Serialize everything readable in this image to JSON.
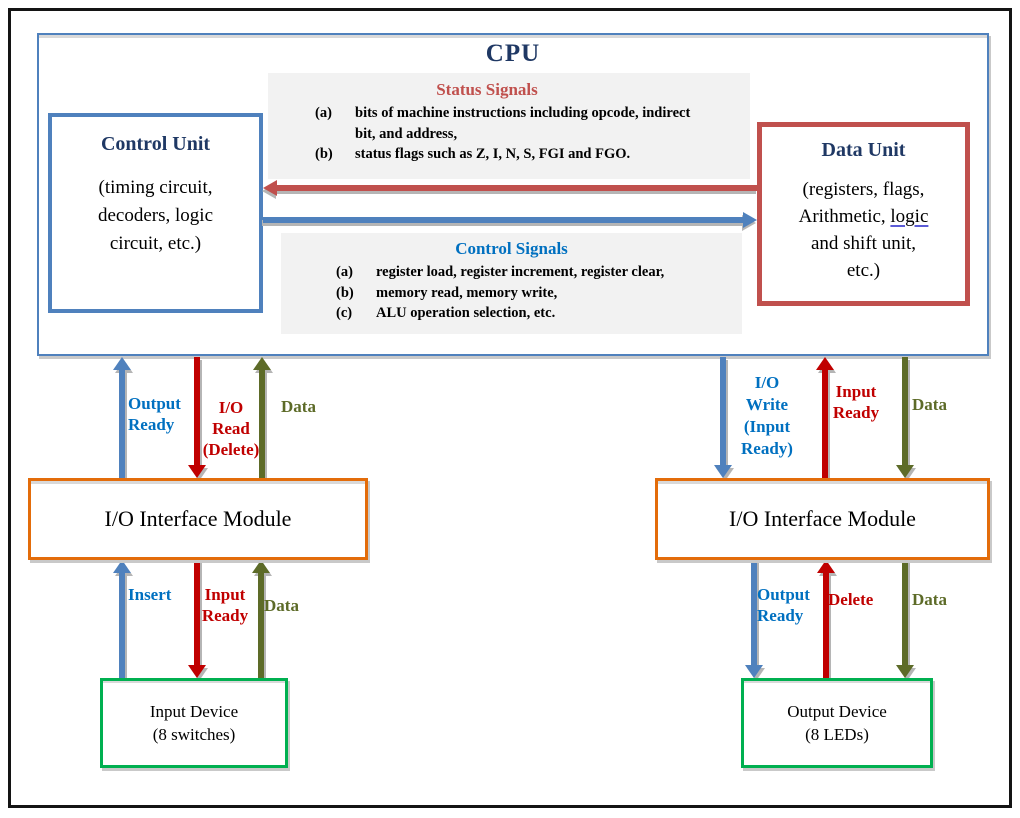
{
  "colors": {
    "steel_blue": "#4F81BD",
    "vivid_blue": "#0070C0",
    "navy_heading": "#1F3864",
    "brick_red": "#C0504D",
    "bright_red": "#C00000",
    "olive_green": "#5D6B28",
    "orange": "#E36C0A",
    "green": "#00B050",
    "panel_gray": "#F2F2F2"
  },
  "cpu": {
    "title": "CPU"
  },
  "control_unit": {
    "title": "Control Unit",
    "body": "(timing circuit,\ndecoders, logic\ncircuit, etc.)"
  },
  "data_unit": {
    "title": "Data Unit",
    "body_start": "(registers, flags,\nArithmetic, ",
    "underlined": "logic",
    "body_end": "\nand shift unit,\netc.)"
  },
  "status_signals": {
    "title": "Status Signals",
    "items": [
      {
        "marker": "(a)",
        "text": "bits of machine instructions including opcode, indirect\nbit, and address,"
      },
      {
        "marker": "(b)",
        "text": "status flags such as Z, I, N, S, FGI and FGO."
      }
    ]
  },
  "control_signals": {
    "title": "Control Signals",
    "items": [
      {
        "marker": "(a)",
        "text": "register load, register increment, register clear,"
      },
      {
        "marker": "(b)",
        "text": "memory read, memory write,"
      },
      {
        "marker": "(c)",
        "text": "ALU operation selection, etc."
      }
    ]
  },
  "io_interface_left": {
    "label": "I/O Interface Module"
  },
  "io_interface_right": {
    "label": "I/O Interface Module"
  },
  "input_device": {
    "label": "Input Device\n(8 switches)"
  },
  "output_device": {
    "label": "Output Device\n(8 LEDs)"
  },
  "signal_labels": {
    "left_top": {
      "blue": "Output\nReady",
      "red": "I/O\nRead\n(Delete)",
      "olive": "Data"
    },
    "left_bottom": {
      "blue": "Insert",
      "red": "Input\nReady",
      "olive": "Data"
    },
    "right_top": {
      "blue": "I/O\nWrite\n(Input\nReady)",
      "red": "Input\nReady",
      "olive": "Data"
    },
    "right_bottom": {
      "blue": "Output\nReady",
      "red": "Delete",
      "olive": "Data"
    }
  }
}
